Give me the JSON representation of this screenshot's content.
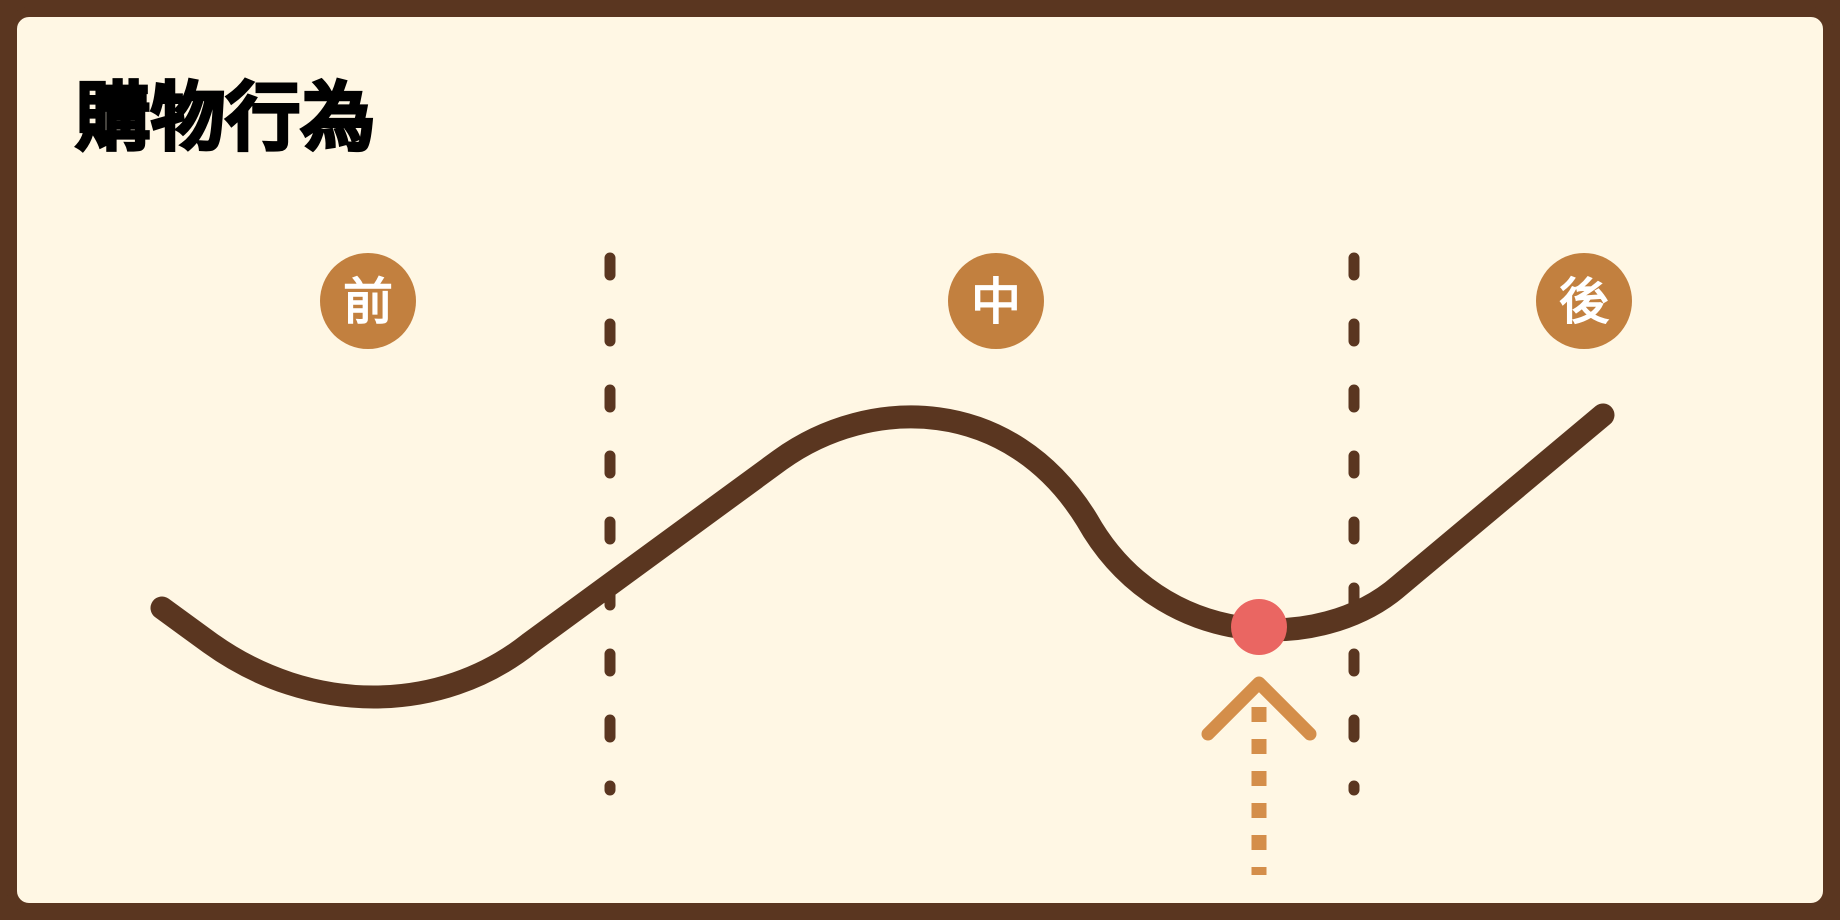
{
  "title": "購物行為",
  "stages": [
    {
      "label": "前"
    },
    {
      "label": "中"
    },
    {
      "label": "後"
    }
  ],
  "colors": {
    "border": "#5a3620",
    "background": "#fff7e4",
    "curve": "#5a3620",
    "stage_circle": "#c2803f",
    "marker": "#ea6662",
    "arrow": "#d48e4a"
  }
}
